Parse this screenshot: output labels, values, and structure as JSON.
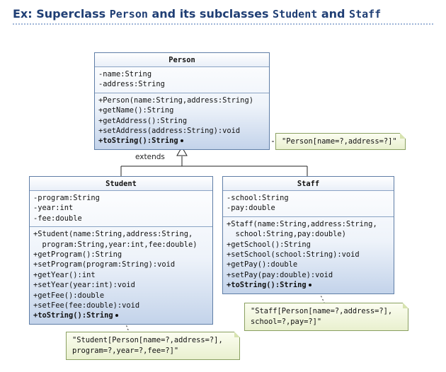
{
  "title": {
    "prefix": "Ex: Superclass ",
    "superclass": "Person",
    "middle": " and its subclasses ",
    "sub1": "Student",
    "and": " and ",
    "sub2": "Staff"
  },
  "relation_label": "extends",
  "classes": {
    "person": {
      "name": "Person",
      "attributes": [
        "-name:String",
        "-address:String"
      ],
      "methods": [
        "+Person(name:String,address:String)",
        "+getName():String",
        "+getAddress():String",
        "+setAddress(address:String):void",
        "+toString():String"
      ]
    },
    "student": {
      "name": "Student",
      "attributes": [
        "-program:String",
        "-year:int",
        "-fee:double"
      ],
      "methods": [
        "+Student(name:String,address:String,",
        "  program:String,year:int,fee:double)",
        "+getProgram():String",
        "+setProgram(program:String):void",
        "+getYear():int",
        "+setYear(year:int):void",
        "+getFee():double",
        "+setFee(fee:double):void",
        "+toString():String"
      ]
    },
    "staff": {
      "name": "Staff",
      "attributes": [
        "-school:String",
        "-pay:double"
      ],
      "methods": [
        "+Staff(name:String,address:String,",
        "  school:String,pay:double)",
        "+getSchool():String",
        "+setSchool(school:String):void",
        "+getPay():double",
        "+setPay(pay:double):void",
        "+toString():String"
      ]
    }
  },
  "notes": {
    "person": [
      "\"Person[name=?,address=?]\""
    ],
    "staff": [
      "\"Staff[Person[name=?,address=?],",
      "school=?,pay=?]\""
    ],
    "student": [
      "\"Student[Person[name=?,address=?],",
      "program=?,year=?,fee=?]\""
    ]
  }
}
